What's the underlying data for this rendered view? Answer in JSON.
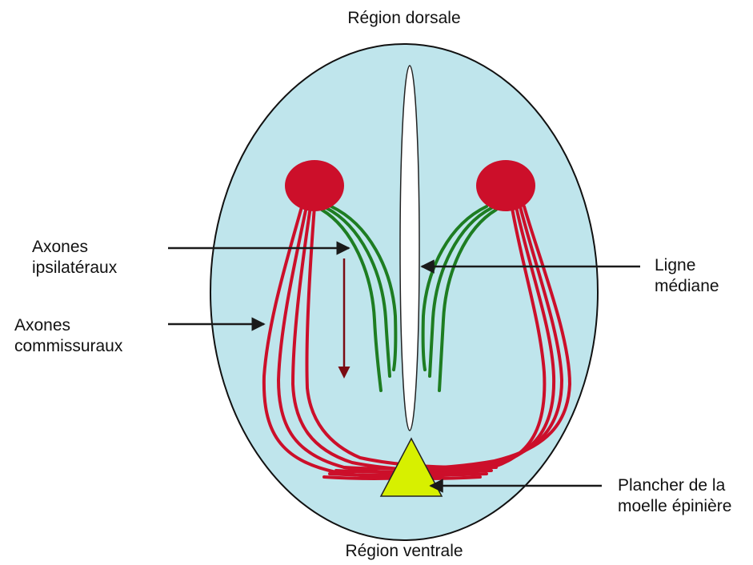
{
  "labels": {
    "dorsal": "Région dorsale",
    "ventral": "Région ventrale",
    "ipsilateral": [
      "Axones",
      "ipsilatéraux"
    ],
    "commissural": [
      "Axones",
      "commissuraux"
    ],
    "midline": [
      "Ligne",
      "médiane"
    ],
    "floor_plate": [
      "Plancher de la",
      "moelle épinière"
    ]
  },
  "colors": {
    "section_fill": "#bfe5ec",
    "neuron_red": "#cc0f2a",
    "ipsilateral_green": "#1e7d22",
    "midline_fill": "#ffffff",
    "floor_plate_fill": "#d7f000",
    "pointer_arrow": "#1a1a1a",
    "direction_arrow": "#7a0a12"
  }
}
